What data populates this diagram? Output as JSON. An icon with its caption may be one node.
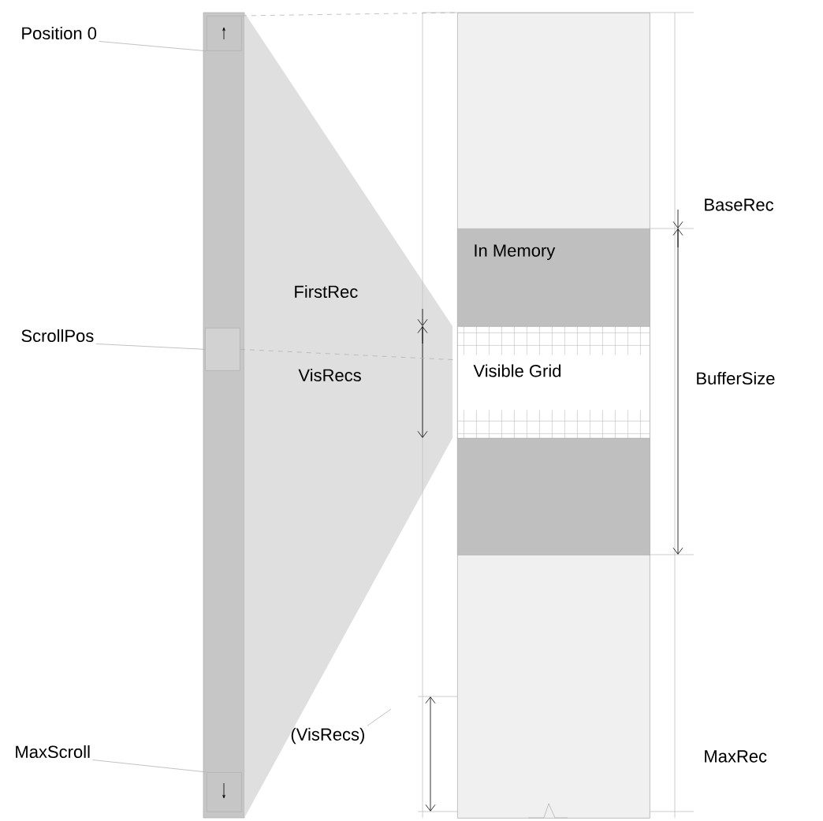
{
  "diagram": {
    "nodes": [
      {
        "text": [
          "Position 0"
        ]
      },
      {
        "text": [],
        "shape": "box"
      },
      {
        "text": [
          "ScrollPos"
        ]
      },
      {
        "text": [],
        "shape": "box"
      },
      {
        "text": [
          "MaxScroll"
        ]
      },
      {
        "text": [],
        "shape": "box"
      },
      {
        "text": [],
        "shape": "box"
      },
      {
        "text": [
          "In Memory"
        ],
        "in": 6
      },
      {
        "text": [
          "Visible Grid"
        ],
        "in": 6
      },
      {
        "text": [],
        "shape": "box",
        "in": 6
      },
      {
        "text": [
          "(VisRecs)"
        ]
      }
    ],
    "edges": [
      {
        "from": 0,
        "to": 1,
        "arrow": "none"
      },
      {
        "from": 2,
        "to": 3,
        "arrow": "none"
      },
      {
        "from": 4,
        "to": 5,
        "arrow": "none"
      },
      {
        "from": 1,
        "to": 6,
        "arrow": "none",
        "style": "dashed"
      },
      {
        "from": 3,
        "to": 8,
        "arrow": "none",
        "style": "dashed"
      },
      {
        "from": 10,
        "to": null,
        "arrow": "none"
      }
    ],
    "labels": [
      "FirstRec",
      "VisRecs",
      "BaseRec",
      "BufferSize",
      "MaxRec"
    ]
  }
}
